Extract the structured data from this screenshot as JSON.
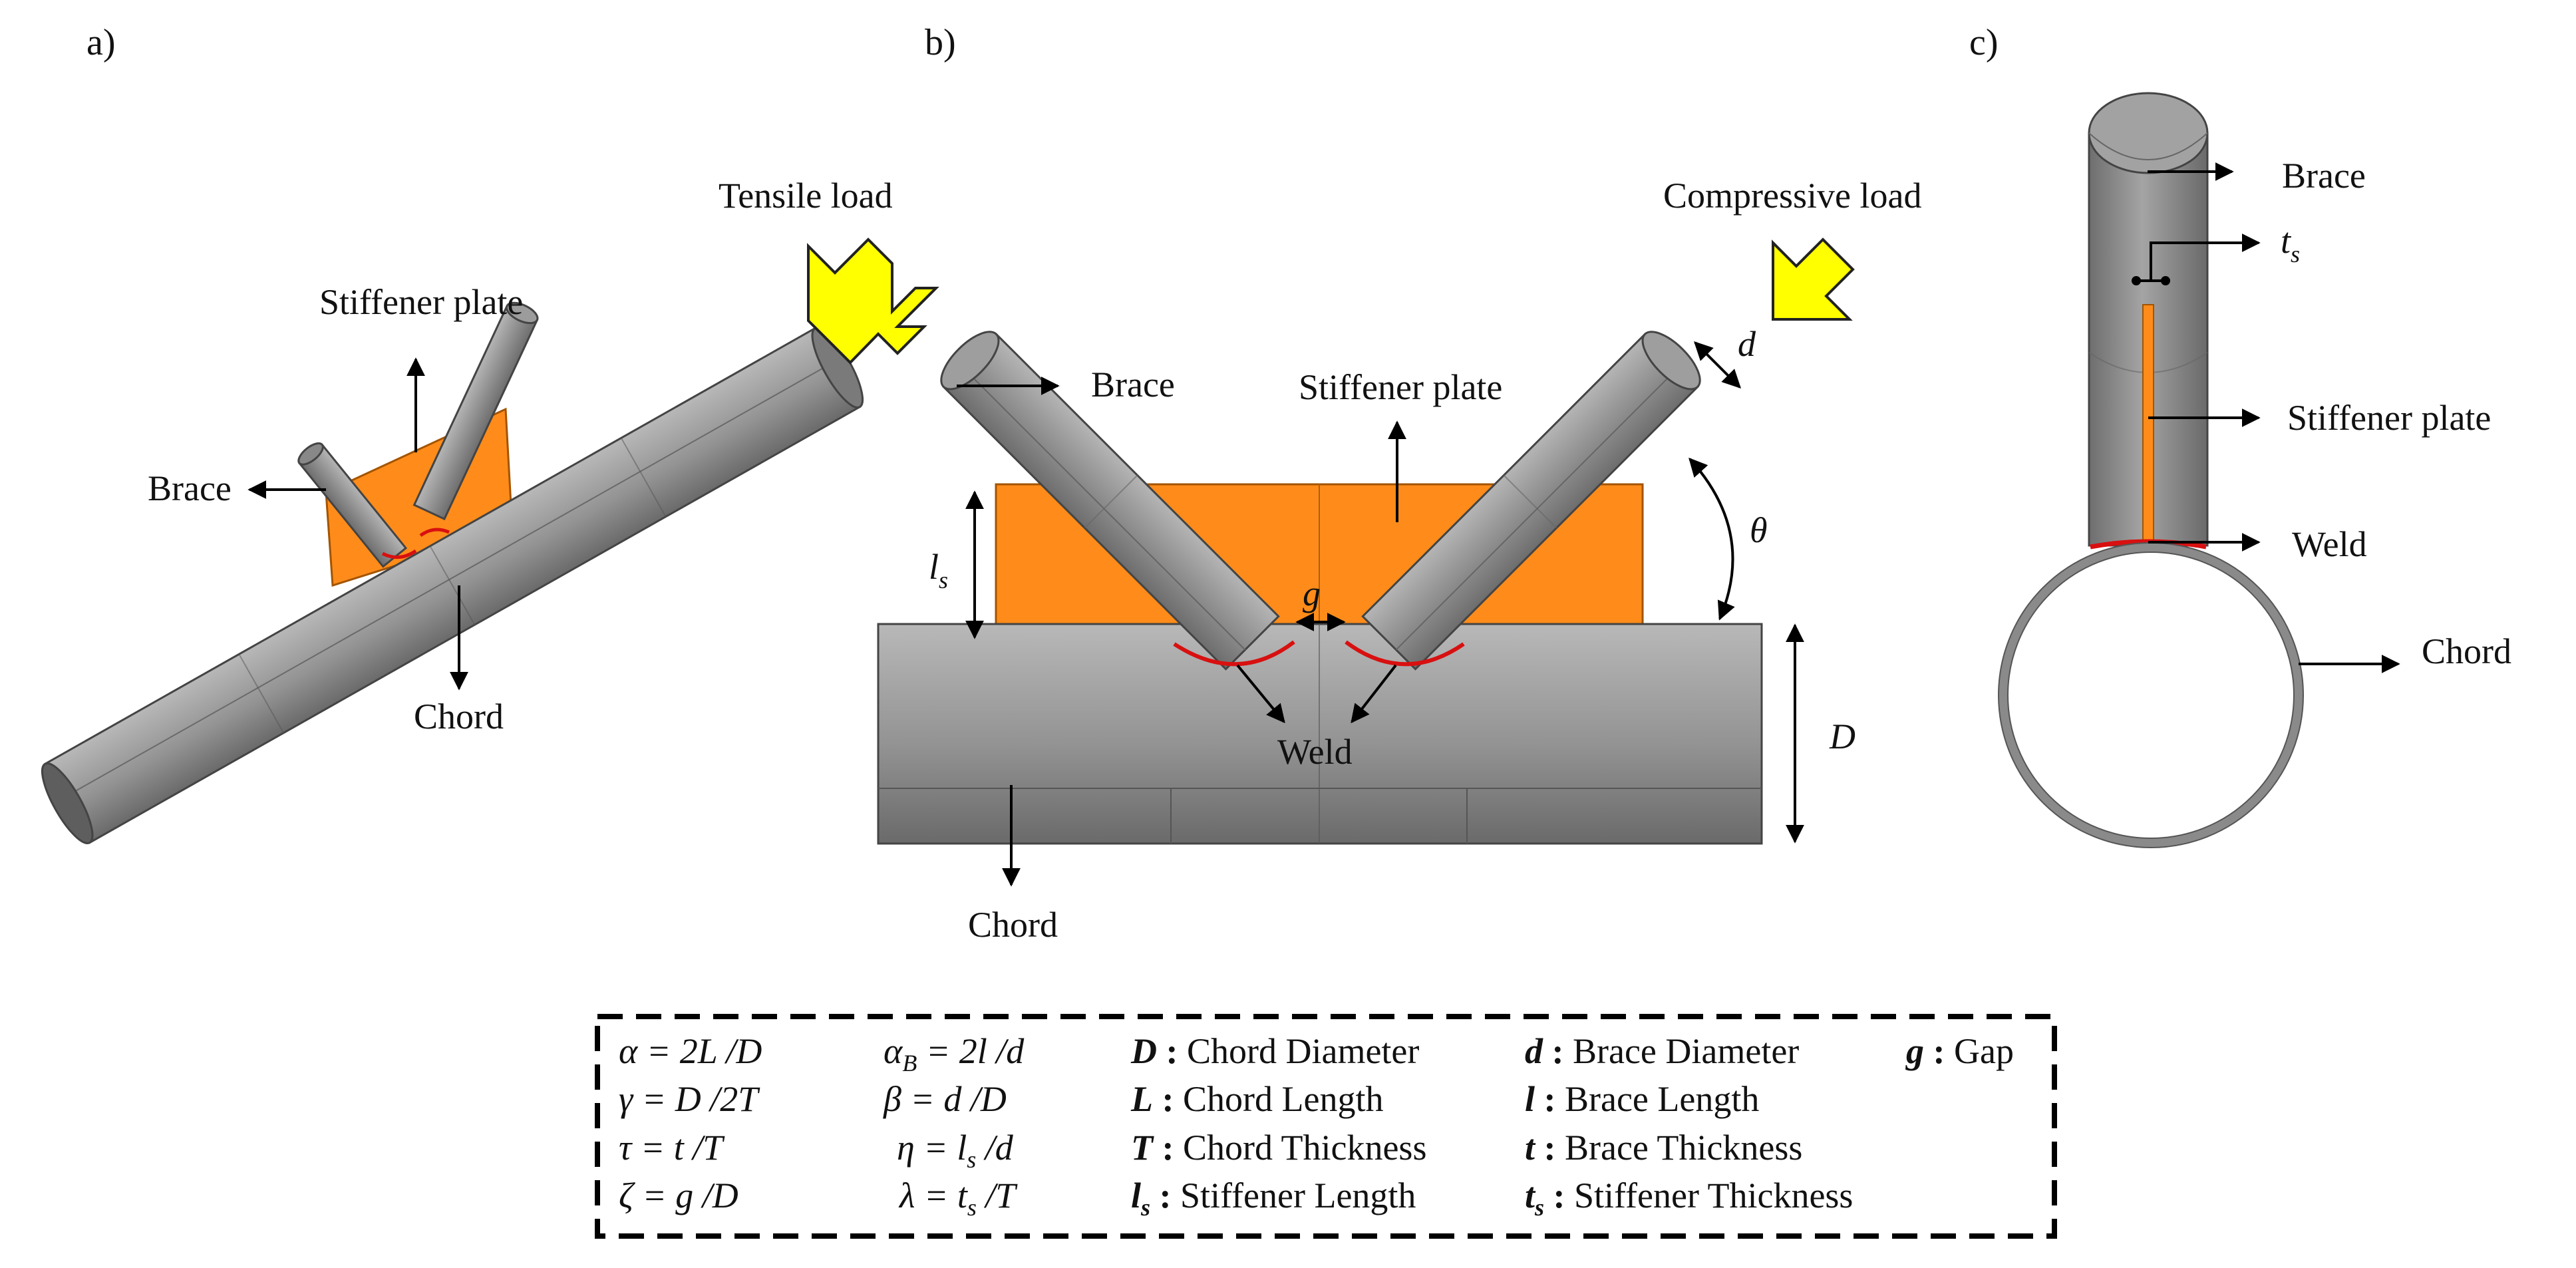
{
  "panels": {
    "a": "a)",
    "b": "b)",
    "c": "c)"
  },
  "colors": {
    "pipe_body": "#8a8a8a",
    "pipe_dark": "#5a5a5a",
    "pipe_light": "#b2b2b2",
    "stiffener": "#ff8c1a",
    "weld": "#d81010",
    "load_arrow": "#ffff00"
  },
  "labels": {
    "a": {
      "stiffener": "Stiffener plate",
      "brace": "Brace",
      "chord": "Chord"
    },
    "b": {
      "tensile": "Tensile load",
      "compressive": "Compressive load",
      "brace": "Brace",
      "stiffener": "Stiffener plate",
      "weld": "Weld",
      "chord": "Chord",
      "d": "d",
      "theta": "θ",
      "ls_main": "l",
      "ls_sub": "s",
      "g": "g",
      "D": "D"
    },
    "c": {
      "brace": "Brace",
      "ts_main": "t",
      "ts_sub": "s",
      "stiffener": "Stiffener plate",
      "weld": "Weld",
      "chord": "Chord"
    }
  },
  "legend": {
    "formulas": [
      {
        "a": "α = 2L /D",
        "b_main": "α",
        "b_sub": "B",
        "b_rest": " = 2l /d"
      },
      {
        "a": "γ = D /2T",
        "b_main": "β = d /D",
        "b_sub": "",
        "b_rest": ""
      },
      {
        "a": "τ = t /T",
        "b_main": "η = l",
        "b_sub": "s",
        "b_rest": " /d"
      },
      {
        "a": "ζ = g /D",
        "b_main": "λ = t",
        "b_sub": "s",
        "b_rest": " /T"
      }
    ],
    "defs_col1": [
      {
        "sym": "D",
        "sub": "",
        "text": "Chord Diameter"
      },
      {
        "sym": "L",
        "sub": "",
        "text": "Chord Length"
      },
      {
        "sym": "T",
        "sub": "",
        "text": "Chord Thickness"
      },
      {
        "sym": "l",
        "sub": "s",
        "text": "Stiffener Length"
      }
    ],
    "defs_col2": [
      {
        "sym": "d",
        "sub": "",
        "text": "Brace Diameter"
      },
      {
        "sym": "l",
        "sub": "",
        "text": "Brace Length"
      },
      {
        "sym": "t",
        "sub": "",
        "text": "Brace Thickness"
      },
      {
        "sym": "t",
        "sub": "s",
        "text": "Stiffener Thickness"
      }
    ],
    "defs_col3": [
      {
        "sym": "g",
        "sub": "",
        "text": "Gap"
      }
    ],
    "separator": " : "
  }
}
